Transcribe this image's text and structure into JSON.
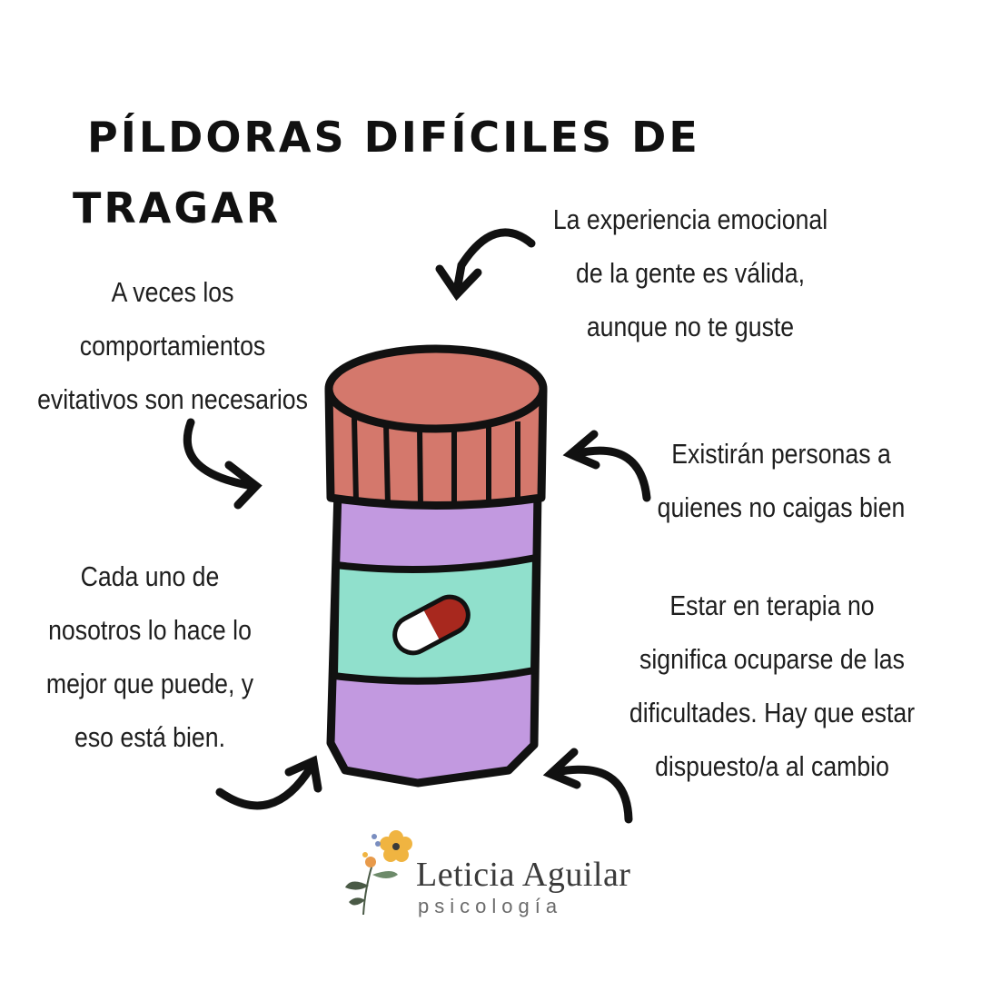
{
  "title": {
    "line1": "Píldoras difíciles de",
    "line2": "tragar"
  },
  "notes": {
    "top_left": {
      "lines": [
        "A veces los",
        "comportamientos",
        "evitativos son necesarios"
      ]
    },
    "top_right": {
      "lines": [
        "La experiencia emocional",
        "de la gente es válida,",
        "aunque no te guste"
      ]
    },
    "middle_right": {
      "lines": [
        "Existirán personas a",
        "quienes no caigas bien"
      ]
    },
    "bottom_left": {
      "lines": [
        "Cada uno de",
        "nosotros lo hace lo",
        "mejor que puede, y",
        "eso está bien."
      ]
    },
    "bottom_right": {
      "lines": [
        "Estar en terapia no",
        "significa ocuparse de las",
        "dificultades. Hay que estar",
        "dispuesto/a al cambio"
      ]
    }
  },
  "logo": {
    "name": "Leticia Aguilar",
    "subtitle": "psicología"
  },
  "colors": {
    "lid": "#d4786c",
    "jar_body": "#c299e0",
    "label": "#90e0cc",
    "pill_red": "#a8281e",
    "outline": "#111111",
    "flower": "#f0b441"
  },
  "icons": [
    "pill-bottle-icon",
    "pill-icon",
    "curved-arrow-icon",
    "flower-logo-icon"
  ]
}
